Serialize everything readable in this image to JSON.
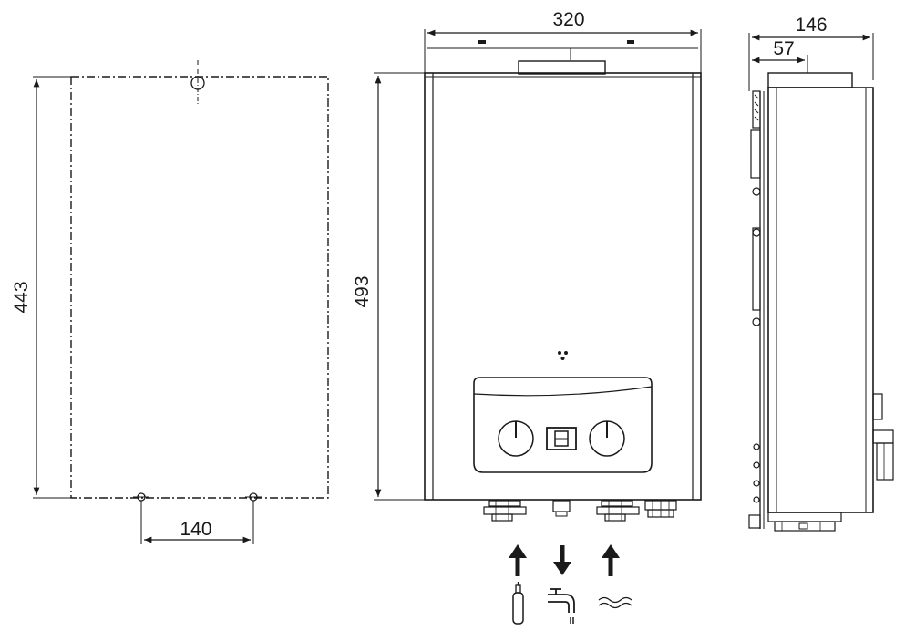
{
  "dimensions": {
    "mount_height": "443",
    "mount_spacing": "140",
    "front_height": "493",
    "front_width": "320",
    "side_depth": "146",
    "side_offset": "57"
  },
  "connection_icons": [
    "gas-cylinder-icon",
    "tap-icon",
    "hot-water-wave-icon"
  ],
  "colors": {
    "line": "#1a1a1a",
    "background": "#ffffff"
  }
}
